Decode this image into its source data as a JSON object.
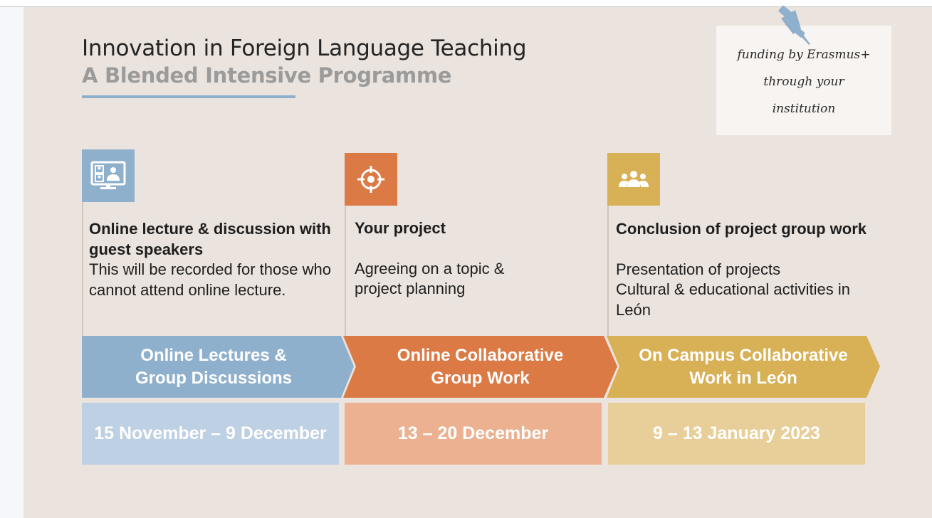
{
  "header": {
    "title": "Innovation in Foreign Language Teaching",
    "subtitle": "A Blended Intensive Programme"
  },
  "note": {
    "lines": [
      "funding by Erasmus+",
      "through your",
      "institution"
    ]
  },
  "colors": {
    "blue": "#8fb0cd",
    "blue_light": "#bed0e3",
    "orange": "#db7a45",
    "orange_light": "#ecb190",
    "gold": "#d8b055",
    "gold_light": "#e8cf99",
    "background": "#ebe3dd"
  },
  "phases": [
    {
      "icon": "video-conference-icon",
      "heading": "Online lecture & discussion with guest speakers",
      "description": "This will be recorded for those who cannot attend online lecture.",
      "band_label": "Online Lectures &\nGroup Discussions",
      "dates": "15 November – 9 December"
    },
    {
      "icon": "target-icon",
      "heading": "Your project",
      "description": "Agreeing on a topic & project planning",
      "band_label": "Online Collaborative\nGroup Work",
      "dates": "13 – 20 December"
    },
    {
      "icon": "group-icon",
      "heading": "Conclusion of project group work",
      "description": "Presentation of projects\nCultural & educational activities in León",
      "band_label": "On Campus Collaborative\nWork in León",
      "dates": "9 – 13 January 2023"
    }
  ]
}
